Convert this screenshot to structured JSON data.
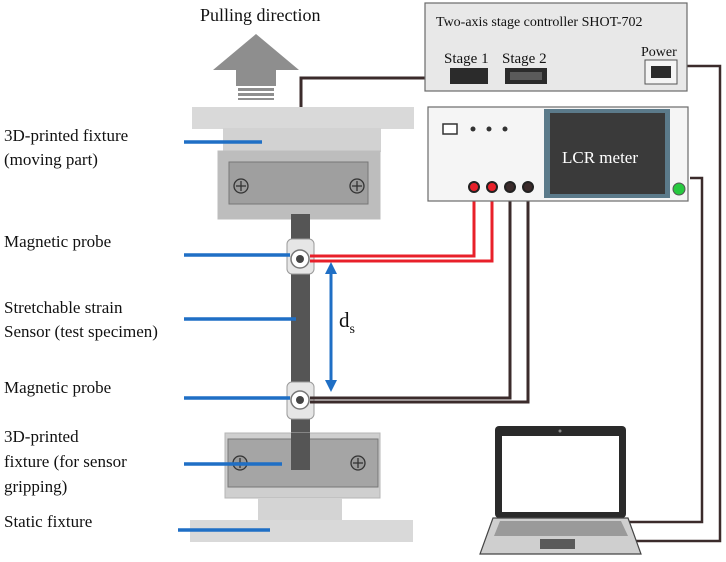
{
  "pulling_direction_label": "Pulling direction",
  "labels": {
    "fixture_moving_line1": "3D-printed fixture",
    "fixture_moving_line2": "(moving part)",
    "magnetic_probe_top": "Magnetic probe",
    "sensor_line1": "Stretchable strain",
    "sensor_line2": "Sensor (test specimen)",
    "magnetic_probe_bottom": "Magnetic probe",
    "fixture_grip_line1": "3D-printed",
    "fixture_grip_line2": "fixture (for sensor",
    "fixture_grip_line3": "gripping)",
    "static_fixture": "Static fixture"
  },
  "distance_label_main": "d",
  "distance_label_sub": "s",
  "stage_controller": {
    "title": "Two-axis stage controller SHOT-702",
    "stage1": "Stage 1",
    "stage2": "Stage 2",
    "power": "Power"
  },
  "lcr_meter": {
    "title": "LCR meter"
  },
  "colors": {
    "leader_line": "#1f6fc5",
    "red_wire": "#e8202a",
    "dark_wire": "#3b2b2b",
    "fixture_light": "#d6d6d6",
    "fixture_mid": "#bdbdbd",
    "specimen": "#555555",
    "screen": "#3a3a3a",
    "power_led": "#27c93f"
  }
}
